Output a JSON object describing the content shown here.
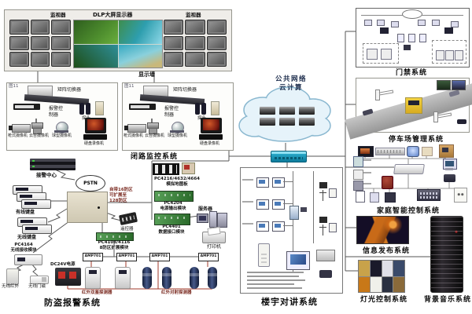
{
  "display_wall": {
    "monitor_left": "监视器",
    "dlp": "DLP大屏显示器",
    "monitor_right": "监视器",
    "wall": "显示墙"
  },
  "cctv": {
    "title": "闭路监控系统",
    "corner_tag": "图11",
    "matrix_switcher": "矩阵切换器",
    "alarm_controller": "报警控\n制器",
    "probe": "探头",
    "camera_box": "枪式摄像机",
    "camera_ptz": "云台摄像机",
    "camera_dome": "球型摄像机",
    "dvr": "硬盘录像机"
  },
  "alarm": {
    "title": "防盗报警系统",
    "receive_center": "接警中心",
    "pstn": "PSTN",
    "host_note": "自带16防区\n可扩展至\n128防区",
    "wired_keypad": "有线键盘",
    "wireless_keypad": "无线键盘",
    "pc4164": "PC4164\n无线接收模块",
    "wireless_ir": "无线红外",
    "wireless_door": "无线门磁",
    "remote": "遥控器",
    "map_board": "PC4216/4632/4664\n模拟地图板",
    "power_module": "PC4204\n电源输出模块",
    "data_module": "PC4401\n数据接口模块",
    "server": "服务器",
    "printer": "打印机",
    "expansion": "PC4108/4116\n8防区扩展模块",
    "amp": "AMP701",
    "dc_power": "DC24V电源",
    "dual_detector": "红外双鉴探测器",
    "beam_detector": "红外对射探测器"
  },
  "cloud": {
    "label": "公共网络\n云计算"
  },
  "intercom": {
    "title": "楼宇对讲系统"
  },
  "systems": {
    "access": "门禁系统",
    "parking": "停车场管理系统",
    "home": "家庭智能控制系统",
    "info": "信息发布系统",
    "lighting": "灯光控制系统",
    "music": "背景音乐系统"
  },
  "colors": {
    "switch_teal": "#1a9cc0",
    "cloud_fill": "#e6f3fa",
    "wire": "#555555",
    "alarm_wire_red": "#a03a2a",
    "note_red": "#7a2a20"
  }
}
